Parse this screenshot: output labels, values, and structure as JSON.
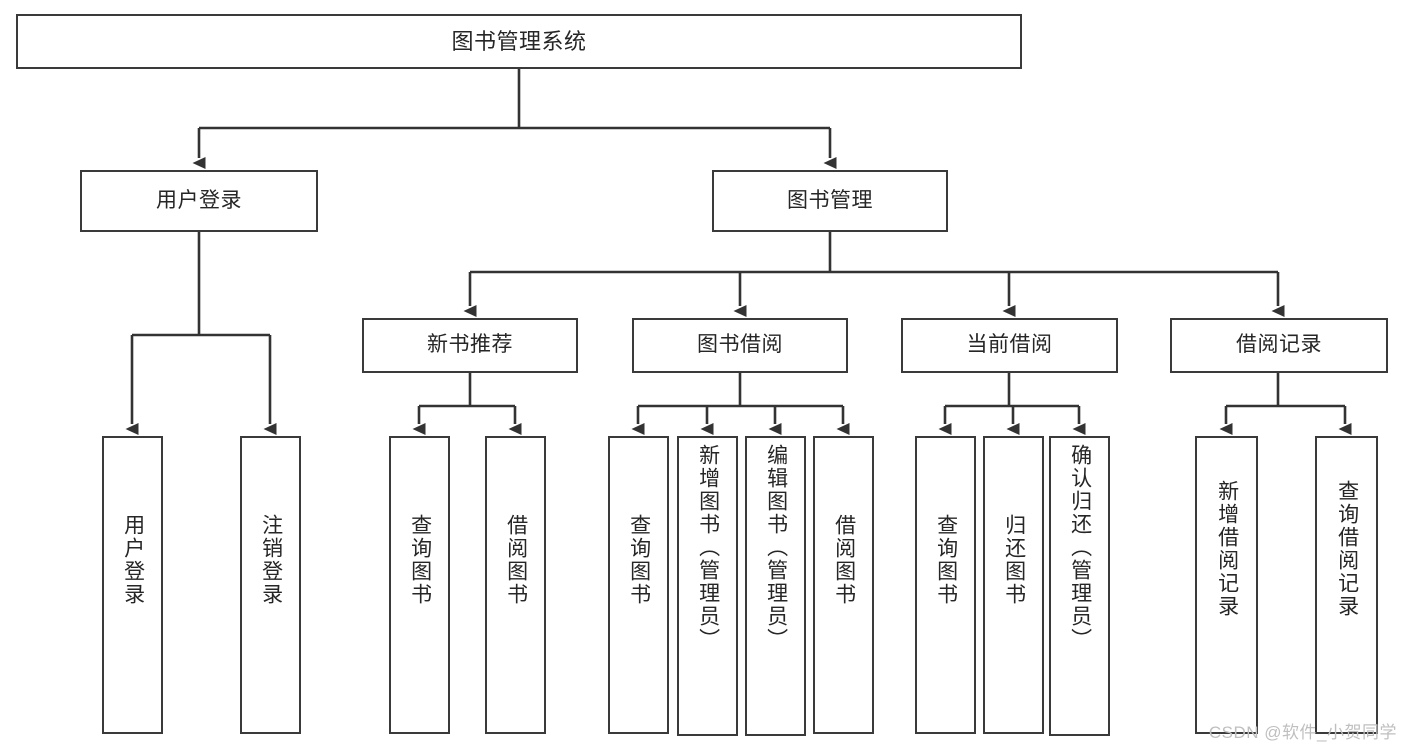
{
  "diagram": {
    "title": "图书管理系统",
    "type": "tree",
    "colors": {
      "box_border": "#3a3a3a",
      "box_fill": "#ffffff",
      "edge": "#333333",
      "text": "#262626",
      "watermark": "#bfbfbf"
    },
    "nodes": {
      "root": {
        "label": "图书管理系统"
      },
      "level2": [
        {
          "id": "user-login",
          "label": "用户登录"
        },
        {
          "id": "book-management",
          "label": "图书管理"
        }
      ],
      "level3": [
        {
          "id": "new-book-recommend",
          "label": "新书推荐"
        },
        {
          "id": "book-borrow",
          "label": "图书借阅"
        },
        {
          "id": "current-borrow",
          "label": "当前借阅"
        },
        {
          "id": "borrow-record",
          "label": "借阅记录"
        }
      ],
      "leaves": {
        "user_login": [
          {
            "id": "leaf-user-login",
            "label": "用户登录"
          },
          {
            "id": "leaf-logout-login",
            "label": "注销登录"
          }
        ],
        "new_book_recommend": [
          {
            "id": "leaf-query-book-1",
            "label": "查询图书"
          },
          {
            "id": "leaf-borrow-book-1",
            "label": "借阅图书"
          }
        ],
        "book_borrow": [
          {
            "id": "leaf-query-book-2",
            "label": "查询图书"
          },
          {
            "id": "leaf-add-book",
            "label": "新增图书（管理员）"
          },
          {
            "id": "leaf-edit-book",
            "label": "编辑图书（管理员）"
          },
          {
            "id": "leaf-borrow-book-2",
            "label": "借阅图书"
          }
        ],
        "current_borrow": [
          {
            "id": "leaf-query-book-3",
            "label": "查询图书"
          },
          {
            "id": "leaf-return-book",
            "label": "归还图书"
          },
          {
            "id": "leaf-confirm-return",
            "label": "确认归还（管理员）"
          }
        ],
        "borrow_record": [
          {
            "id": "leaf-add-record",
            "label": "新增借阅记录"
          },
          {
            "id": "leaf-query-record",
            "label": "查询借阅记录"
          }
        ]
      }
    },
    "watermark": "CSDN @软件_小贺同学"
  }
}
